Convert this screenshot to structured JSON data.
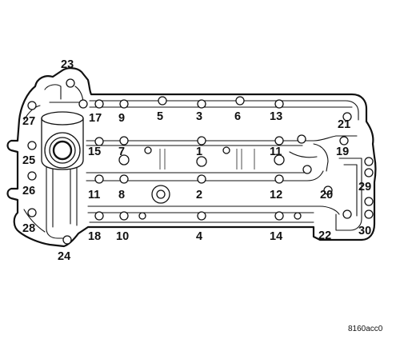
{
  "diagram": {
    "callouts": [
      {
        "id": "23",
        "label": "23"
      },
      {
        "id": "27",
        "label": "27"
      },
      {
        "id": "17",
        "label": "17"
      },
      {
        "id": "9",
        "label": "9"
      },
      {
        "id": "5",
        "label": "5"
      },
      {
        "id": "3",
        "label": "3"
      },
      {
        "id": "6",
        "label": "6"
      },
      {
        "id": "13",
        "label": "13"
      },
      {
        "id": "21",
        "label": "21"
      },
      {
        "id": "15",
        "label": "15"
      },
      {
        "id": "7",
        "label": "7"
      },
      {
        "id": "1",
        "label": "1"
      },
      {
        "id": "11a",
        "label": "11"
      },
      {
        "id": "19",
        "label": "19"
      },
      {
        "id": "25",
        "label": "25"
      },
      {
        "id": "29",
        "label": "29"
      },
      {
        "id": "26",
        "label": "26"
      },
      {
        "id": "11b",
        "label": "11"
      },
      {
        "id": "8",
        "label": "8"
      },
      {
        "id": "2",
        "label": "2"
      },
      {
        "id": "12",
        "label": "12"
      },
      {
        "id": "20",
        "label": "20"
      },
      {
        "id": "28",
        "label": "28"
      },
      {
        "id": "18",
        "label": "18"
      },
      {
        "id": "10",
        "label": "10"
      },
      {
        "id": "4",
        "label": "4"
      },
      {
        "id": "14",
        "label": "14"
      },
      {
        "id": "22",
        "label": "22"
      },
      {
        "id": "30",
        "label": "30"
      },
      {
        "id": "24",
        "label": "24"
      }
    ],
    "figure_code": "8160acc0"
  }
}
